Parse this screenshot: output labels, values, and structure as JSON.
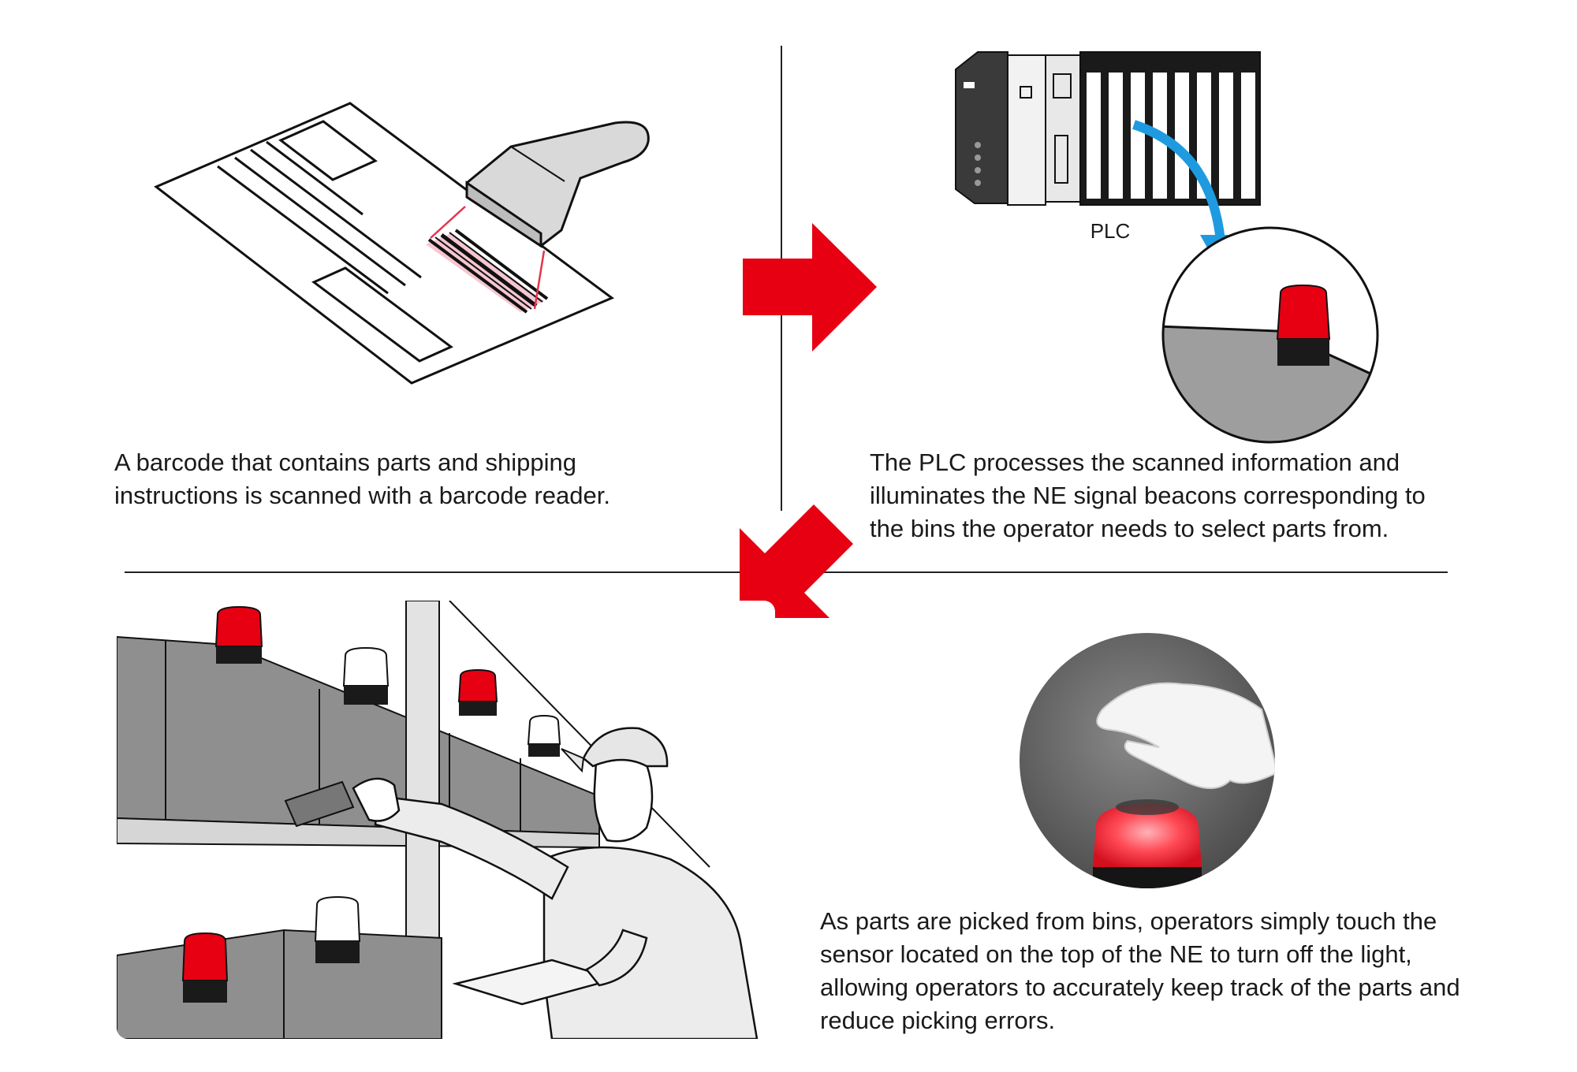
{
  "steps": [
    {
      "text": "A barcode that contains parts and shipping\ninstructions is scanned with a barcode reader."
    },
    {
      "text": "The PLC processes the scanned information and\nilluminates the NE signal beacons corresponding to\nthe bins the operator needs to select parts from."
    },
    {
      "text": "As parts are picked from bins, operators simply touch the\nsensor located on the top of the NE to turn off the light,\nallowing operators to accurately keep track of the parts and\nreduce picking errors."
    }
  ],
  "labels": {
    "plc": "PLC"
  },
  "colors": {
    "arrow": "#e60012",
    "beacon_red": "#e60012",
    "flow_arrow": "#1e9be0",
    "line": "#1a1a1a",
    "panel_gray": "#9e9e9e"
  },
  "icons": [
    "barcode-sheet-illustration",
    "barcode-reader-icon",
    "plc-icon",
    "signal-beacon-icon",
    "warehouse-operator-illustration",
    "hand-touch-beacon-photo"
  ]
}
